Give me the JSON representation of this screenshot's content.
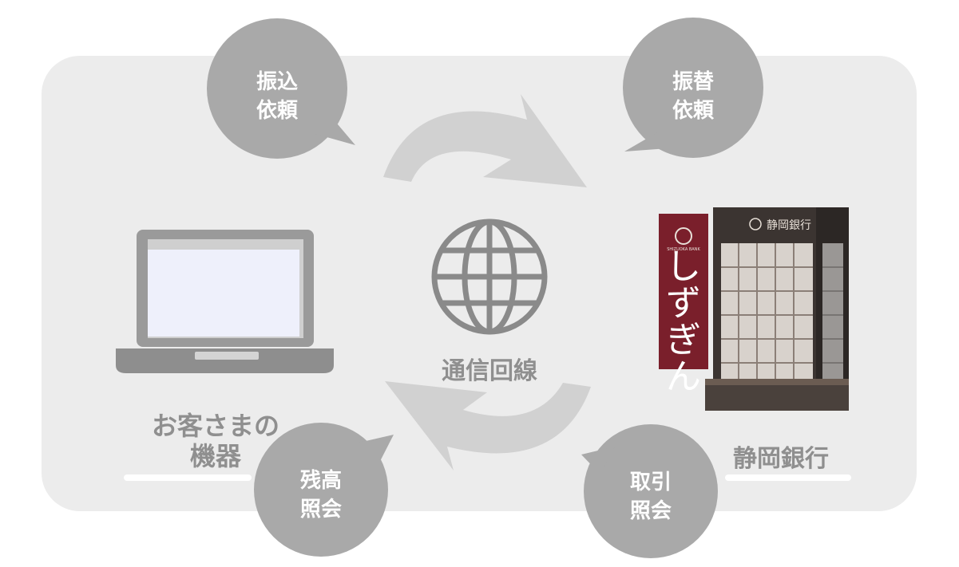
{
  "bubbles": {
    "transfer_request": [
      "振込",
      "依頼"
    ],
    "account_transfer_request": [
      "振替",
      "依頼"
    ],
    "balance_inquiry": [
      "残高",
      "照会"
    ],
    "transaction_inquiry": [
      "取引",
      "照会"
    ]
  },
  "center_label": "通信回線",
  "customer_label": [
    "お客さまの",
    "機器"
  ],
  "bank_label": "静岡銀行",
  "building": {
    "vertical_sign": [
      "し",
      "ず",
      "ぎ",
      "ん"
    ],
    "facade_name": "静岡銀行",
    "logo_caption": "SHIZUOKA BANK"
  },
  "colors": {
    "panel": "#ececec",
    "bubble": "#a9a9a9",
    "arrow": "#d1d1d1",
    "icon": "#8a8a8a",
    "text": "#8f8f8f",
    "sign": "#7a1f2b"
  },
  "icons": [
    "laptop-icon",
    "globe-icon",
    "cycle-arrow-icon",
    "bank-building-icon"
  ]
}
